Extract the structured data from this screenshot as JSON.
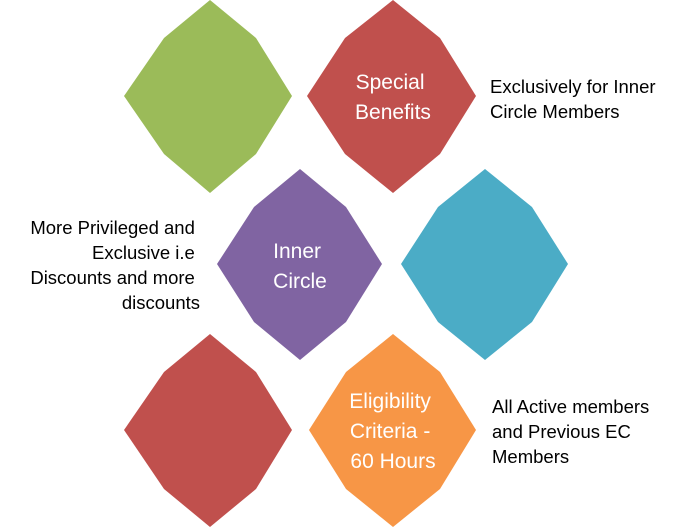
{
  "hexagons": [
    {
      "id": "hex-green",
      "fill": "#9BBB59",
      "lines": []
    },
    {
      "id": "hex-special-benefits",
      "fill": "#C0504D",
      "lines": [
        "Special",
        "Benefits"
      ]
    },
    {
      "id": "hex-inner-circle",
      "fill": "#8064A2",
      "lines": [
        "Inner",
        "Circle"
      ]
    },
    {
      "id": "hex-teal",
      "fill": "#4BACC6",
      "lines": []
    },
    {
      "id": "hex-red-bottom",
      "fill": "#C0504D",
      "lines": []
    },
    {
      "id": "hex-eligibility-criteria",
      "fill": "#F79646",
      "lines": [
        "Eligibility",
        "Criteria  -",
        "60 Hours"
      ]
    }
  ],
  "notes": [
    {
      "id": "note-special-benefits",
      "lines": [
        "Exclusively for Inner",
        "Circle Members"
      ]
    },
    {
      "id": "note-inner-circle",
      "lines": [
        "More Privileged and",
        "Exclusive i.e",
        "Discounts and more",
        "discounts"
      ]
    },
    {
      "id": "note-eligibility",
      "lines": [
        "All Active members",
        "and Previous EC",
        "Members"
      ]
    }
  ]
}
